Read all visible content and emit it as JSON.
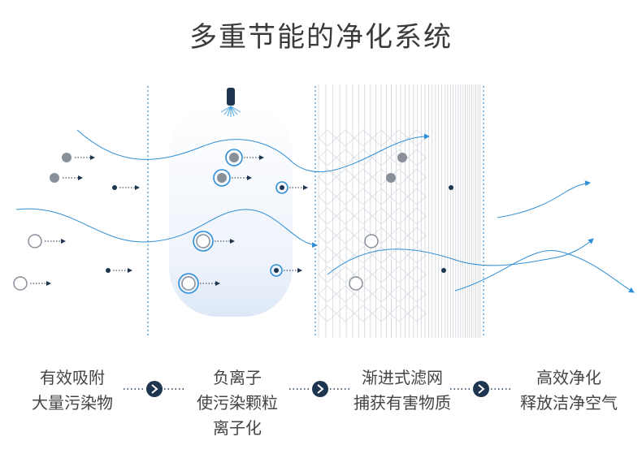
{
  "title": "多重节能的净化系统",
  "colors": {
    "accent": "#2f8fd6",
    "dark": "#1e3550",
    "particle": "#8a9099",
    "divider": "#3a8fd0"
  },
  "stages": [
    {
      "line1": "有效吸附",
      "line2": "大量污染物",
      "line3": ""
    },
    {
      "line1": "负离子",
      "line2": "使污染颗粒",
      "line3": "离子化"
    },
    {
      "line1": "渐进式滤网",
      "line2": "捕获有害物质",
      "line3": ""
    },
    {
      "line1": "高效净化",
      "line2": "释放洁净空气",
      "line3": ""
    }
  ],
  "icons": {
    "ionizer": "ionizer-emitter-icon",
    "step_arrow": "chevron-right-icon"
  }
}
